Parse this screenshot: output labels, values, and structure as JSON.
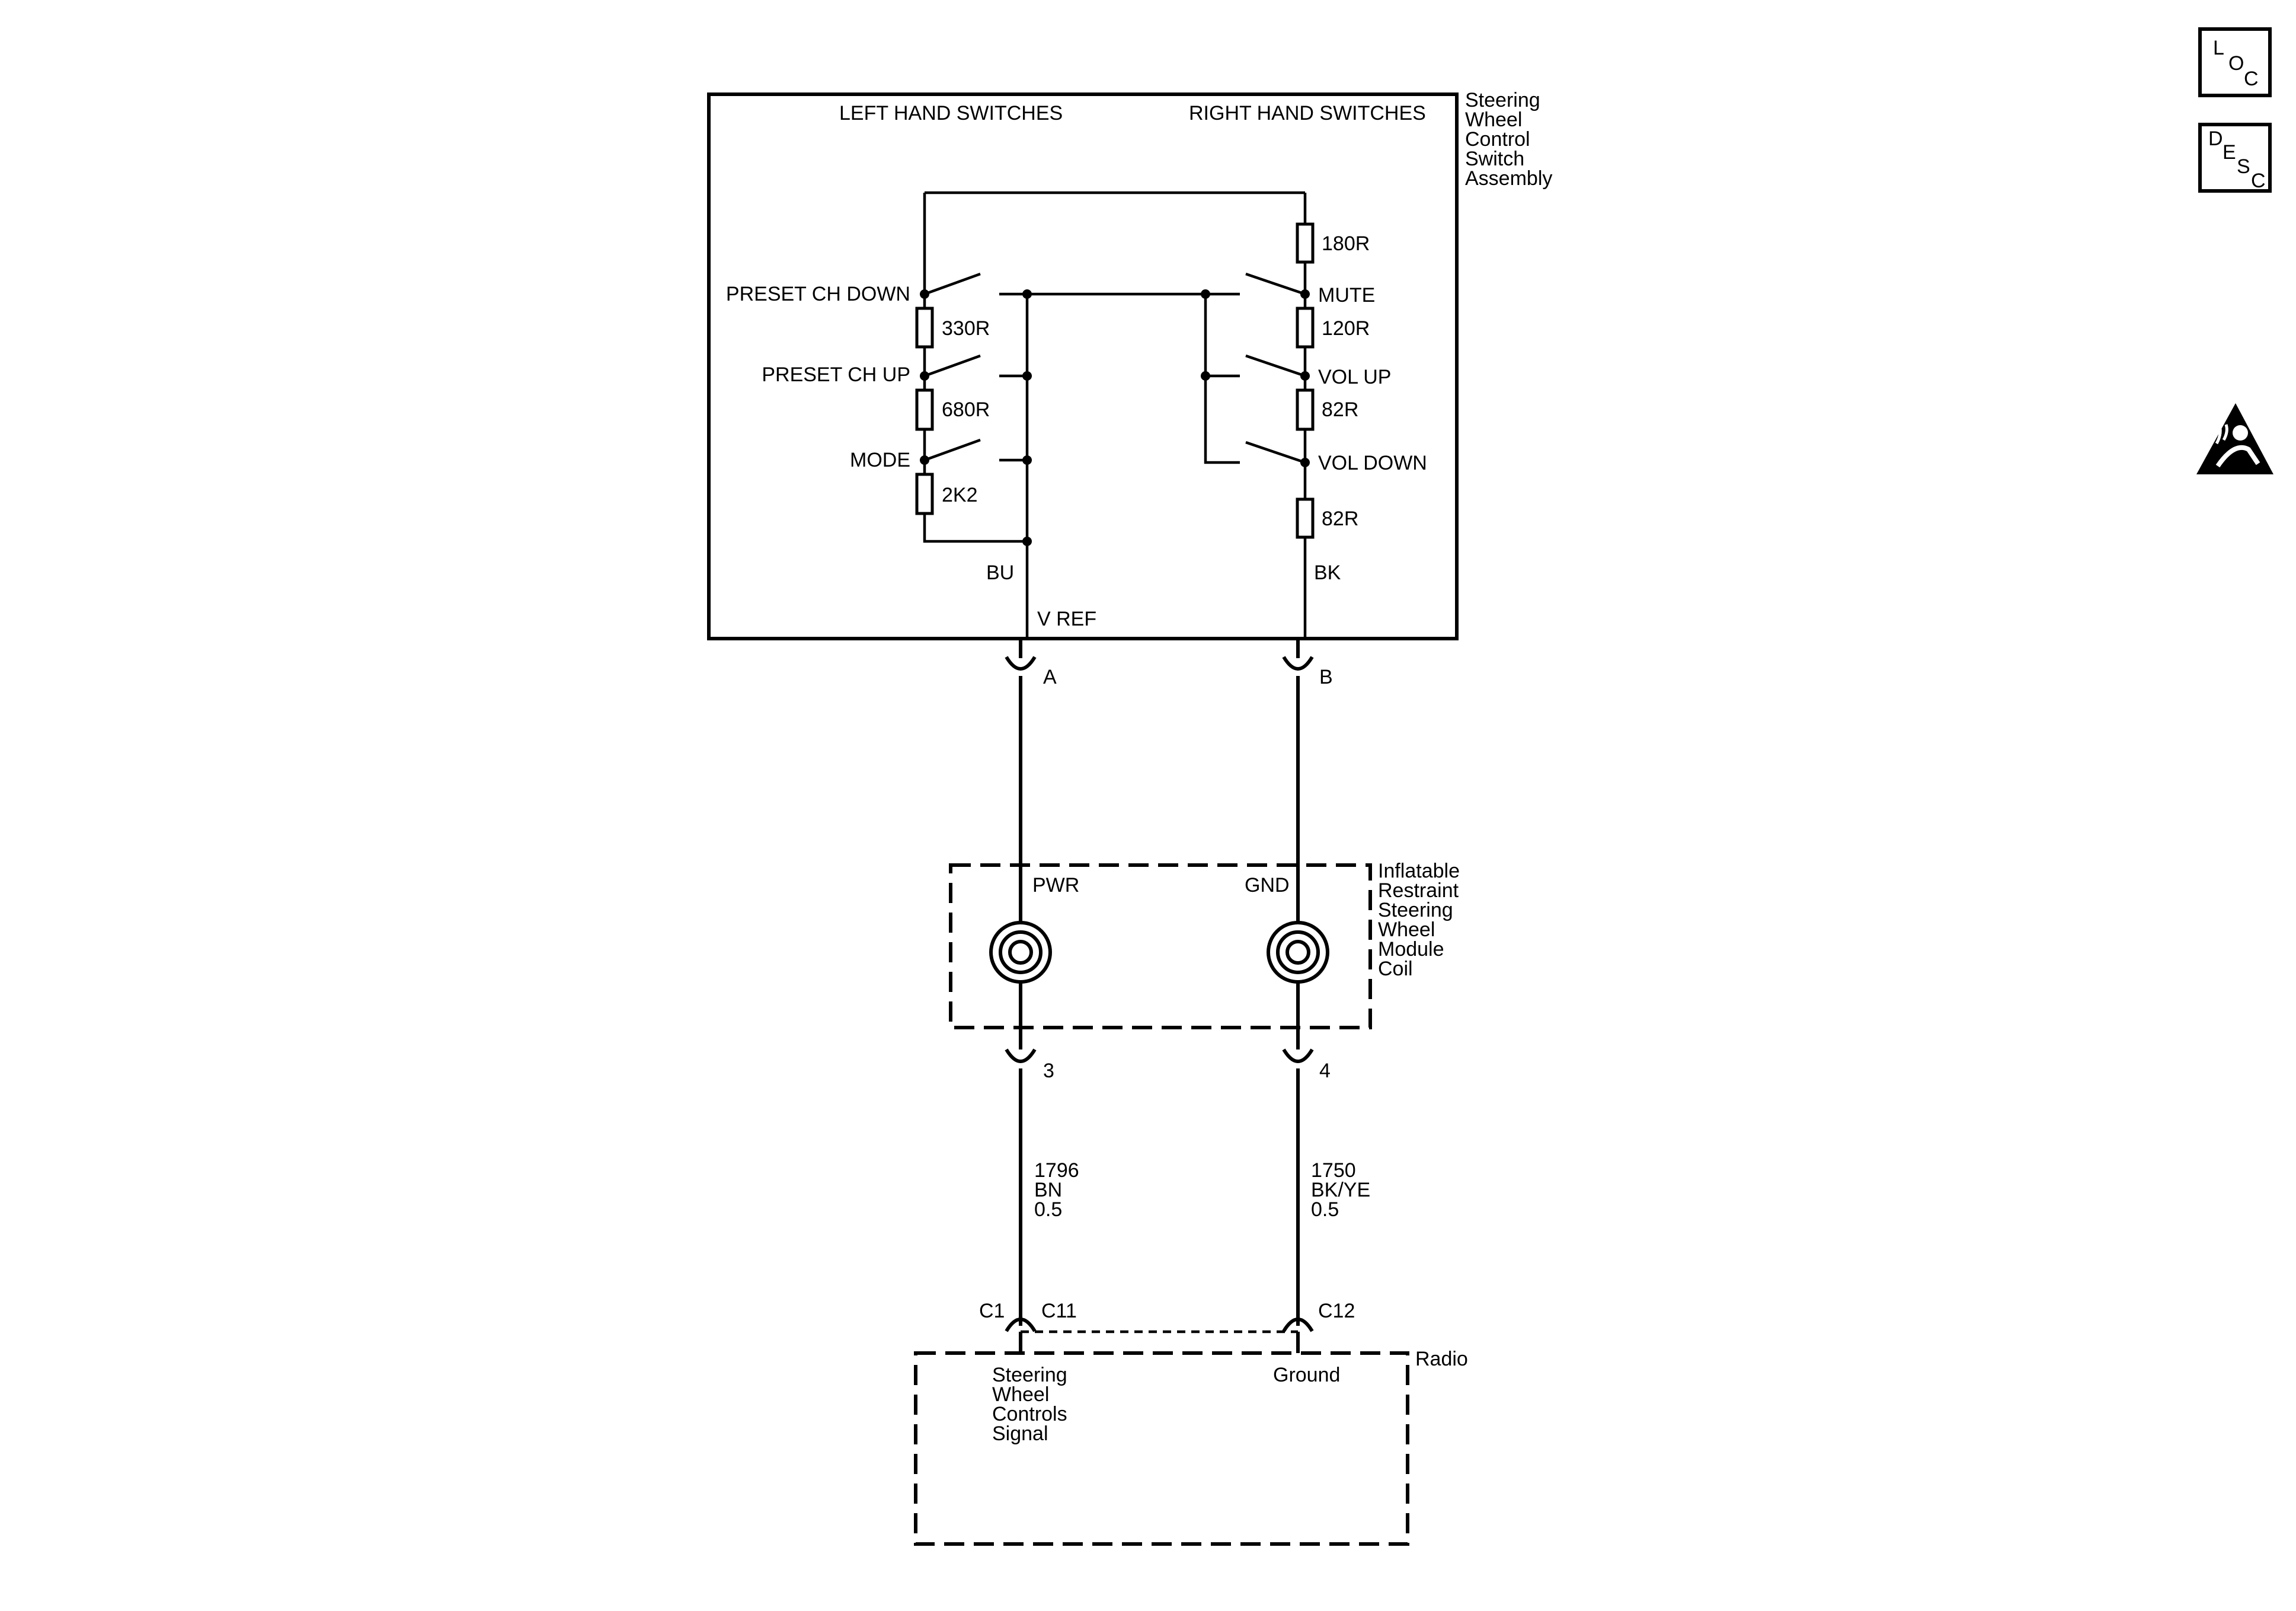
{
  "switch_assembly": {
    "name_lines": [
      "Steering",
      "Wheel",
      "Control",
      "Switch",
      "Assembly"
    ],
    "left_header": "LEFT HAND SWITCHES",
    "right_header": "RIGHT HAND SWITCHES",
    "left_switches": [
      "PRESET CH DOWN",
      "PRESET CH UP",
      "MODE"
    ],
    "left_resistors": [
      "330R",
      "680R",
      "2K2"
    ],
    "right_switches": [
      "MUTE",
      "VOL UP",
      "VOL DOWN"
    ],
    "right_resistors": [
      "180R",
      "120R",
      "82R",
      "82R"
    ],
    "left_wire_color": "BU",
    "right_wire_color": "BK",
    "vref_label": "V REF",
    "pin_a": "A",
    "pin_b": "B"
  },
  "coil_module": {
    "name_lines": [
      "Inflatable",
      "Restraint",
      "Steering",
      "Wheel",
      "Module",
      "Coil"
    ],
    "pwr_label": "PWR",
    "gnd_label": "GND",
    "pin_3": "3",
    "pin_4": "4"
  },
  "circuits": {
    "left": [
      "1796",
      "BN",
      "0.5"
    ],
    "right": [
      "1750",
      "BK/YE",
      "0.5"
    ]
  },
  "radio": {
    "name": "Radio",
    "connector_c1": "C1",
    "pin_c11": "C11",
    "pin_c12": "C12",
    "signal_lines": [
      "Steering",
      "Wheel",
      "Controls",
      "Signal"
    ],
    "ground_label": "Ground"
  },
  "side_icons": {
    "loc_letters": [
      "L",
      "O",
      "C"
    ],
    "desc_letters": [
      "D",
      "E",
      "S",
      "C"
    ],
    "airbag_icon": "airbag-warning-icon"
  }
}
